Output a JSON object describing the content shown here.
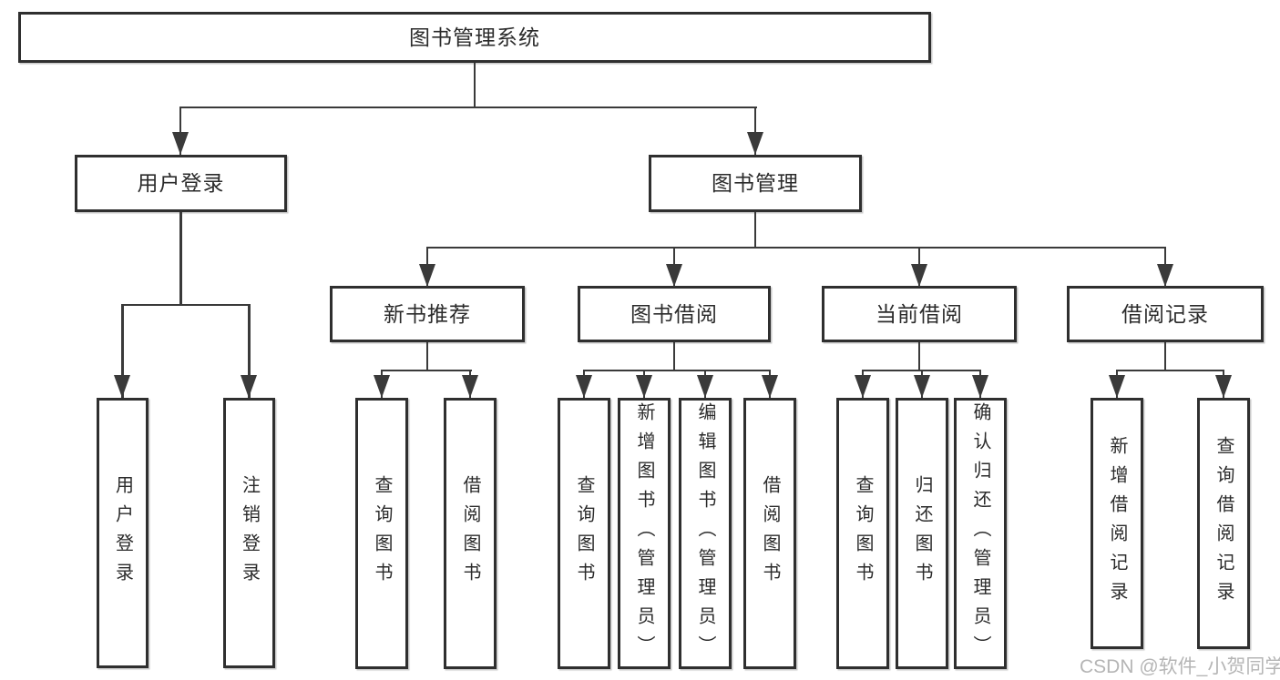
{
  "diagram": {
    "root": {
      "label": "图书管理系统"
    },
    "level2": [
      {
        "label": "用户登录"
      },
      {
        "label": "图书管理"
      }
    ],
    "level3": [
      {
        "label": "新书推荐"
      },
      {
        "label": "图书借阅"
      },
      {
        "label": "当前借阅"
      },
      {
        "label": "借阅记录"
      }
    ],
    "leaves": {
      "user_login": [
        {
          "label": "用户登录"
        },
        {
          "label": "注销登录"
        }
      ],
      "new_book": [
        {
          "label": "查询图书"
        },
        {
          "label": "借阅图书"
        }
      ],
      "book_borrow": [
        {
          "label": "查询图书"
        },
        {
          "label": "新增图书（管理员）"
        },
        {
          "label": "编辑图书（管理员）"
        },
        {
          "label": "借阅图书"
        }
      ],
      "current_borrow": [
        {
          "label": "查询图书"
        },
        {
          "label": "归还图书"
        },
        {
          "label": "确认归还（管理员）"
        }
      ],
      "borrow_record": [
        {
          "label": "新增借阅记录"
        },
        {
          "label": "查询借阅记录"
        }
      ]
    },
    "watermark": "CSDN @软件_小贺同学",
    "colors": {
      "line": "#3a3a3a",
      "box_border": "#2f2f2f",
      "text": "#2b2b2b",
      "watermark": "#b5b5b5",
      "background": "#ffffff"
    }
  }
}
